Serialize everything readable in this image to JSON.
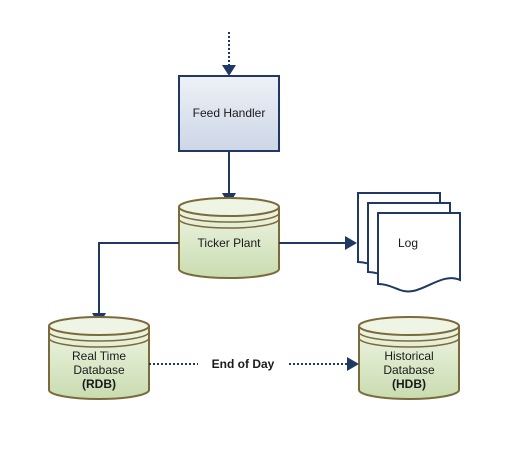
{
  "nodes": {
    "feed_handler": {
      "label": "Feed Handler"
    },
    "ticker_plant": {
      "label": "Ticker Plant"
    },
    "log": {
      "label": "Log"
    },
    "rdb": {
      "line1": "Real Time",
      "line2": "Database",
      "line3": "(RDB)"
    },
    "hdb": {
      "line1": "Historical",
      "line2": "Database",
      "line3": "(HDB)"
    }
  },
  "edges": {
    "end_of_day": {
      "label": "End of Day"
    }
  },
  "colors": {
    "arrow": "#1f3864",
    "box_fill": "#dde4ef",
    "box_border": "#1f3864",
    "cylinder_fill": "#d9e7c8",
    "cylinder_border": "#7d6a3a",
    "log_fill": "#ffffff",
    "log_border": "#1f3864"
  }
}
